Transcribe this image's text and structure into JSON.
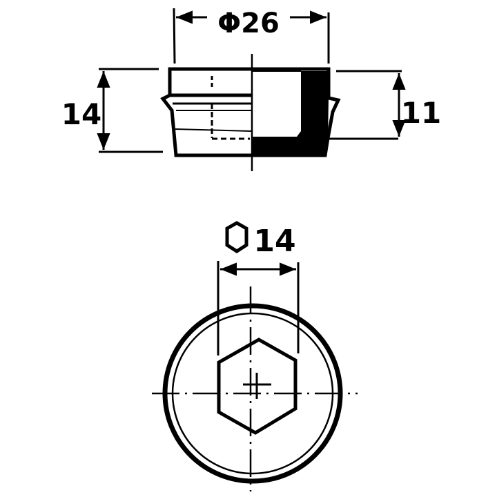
{
  "side_view": {
    "diameter_label": "Φ26",
    "height_left_label": "14",
    "height_right_label": "11"
  },
  "front_view": {
    "hex_size_label": "14",
    "hex_symbol_icon": "hexagon-icon"
  },
  "colors": {
    "ink": "#000000",
    "paper": "#ffffff"
  }
}
